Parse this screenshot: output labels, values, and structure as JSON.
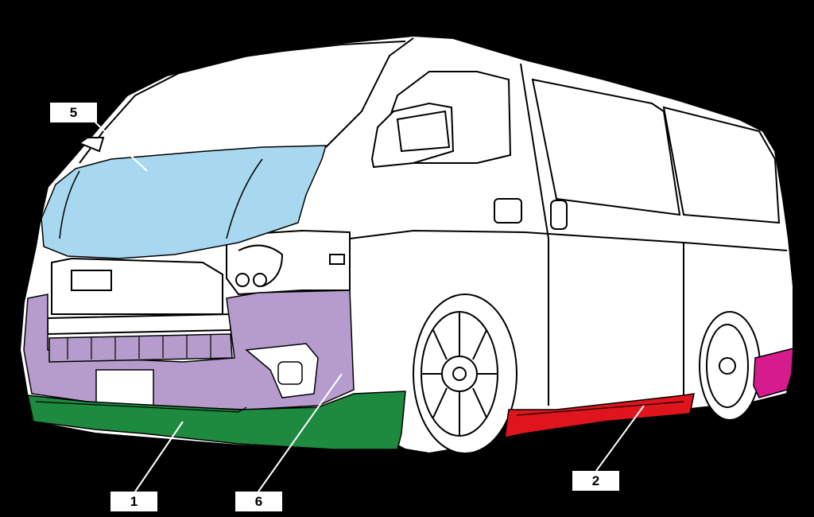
{
  "diagram": {
    "parts": [
      {
        "id": "part-1",
        "label": "1",
        "color": "#1e8a3f",
        "name": "front-lip-spoiler"
      },
      {
        "id": "part-2",
        "label": "2",
        "color": "#e0141c",
        "name": "side-step"
      },
      {
        "id": "part-5",
        "label": "5",
        "color": "#a7d8f0",
        "name": "bonnet"
      },
      {
        "id": "part-6",
        "label": "6",
        "color": "#b59ccc",
        "name": "front-bumper"
      },
      {
        "id": "part-rear",
        "label": "",
        "color": "#d61c8c",
        "name": "rear-under"
      }
    ],
    "labels": {
      "five": "5",
      "one": "1",
      "six": "6",
      "two": "2"
    }
  }
}
